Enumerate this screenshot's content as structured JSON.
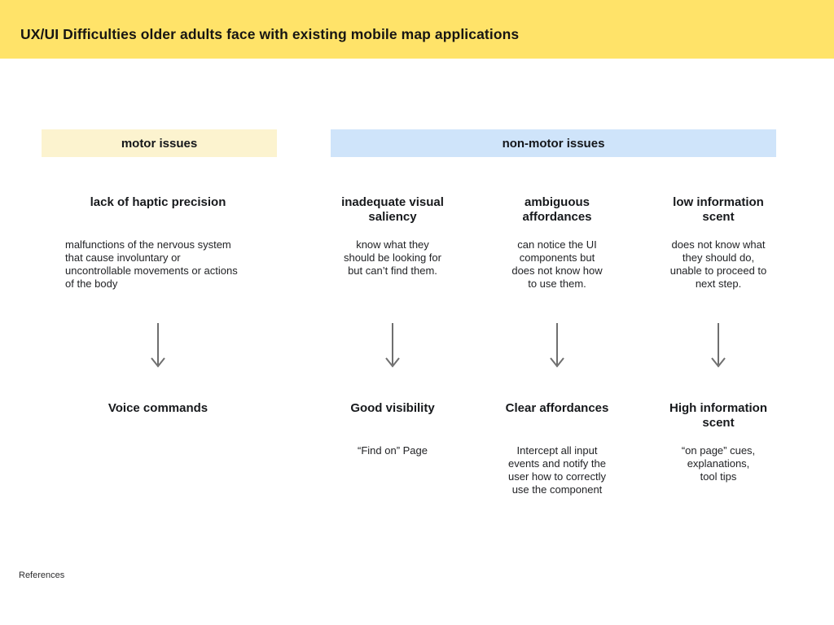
{
  "header": {
    "title": "UX/UI Difficulties older adults face with existing mobile map applications"
  },
  "sections": [
    {
      "label": "motor issues"
    },
    {
      "label": "non-motor issues"
    }
  ],
  "columns": [
    {
      "issue_title": "lack of haptic precision",
      "issue_description": "malfunctions of the nervous system\nthat cause involuntary or\nuncontrollable movements or actions\nof the body",
      "solution_title": "Voice commands"
    },
    {
      "issue_title": "inadequate visual\nsaliency",
      "issue_description": "know what they\nshould be looking for\nbut can’t find them.",
      "solution_title": "Good visibility",
      "solution_description": "“Find on” Page"
    },
    {
      "issue_title": "ambiguous\naffordances",
      "issue_description": "can notice the UI\ncomponents but\ndoes not know how\nto use them.",
      "solution_title": "Clear affordances",
      "solution_description": "Intercept all input\nevents and notify the\nuser how to correctly\nuse the component"
    },
    {
      "issue_title": "low information\nscent",
      "issue_description": "does not know what\nthey should do,\nunable to proceed to\nnext step.",
      "solution_title": "High information\nscent",
      "solution_description": "“on page” cues,\nexplanations,\ntool tips"
    }
  ],
  "footer": {
    "references_label": "References"
  },
  "colors": {
    "banner_yellow": "#FFE369",
    "motor_band": "#FCF3CF",
    "nonmotor_band": "#CFE4FA",
    "arrow_gray": "#6F6F6F"
  }
}
